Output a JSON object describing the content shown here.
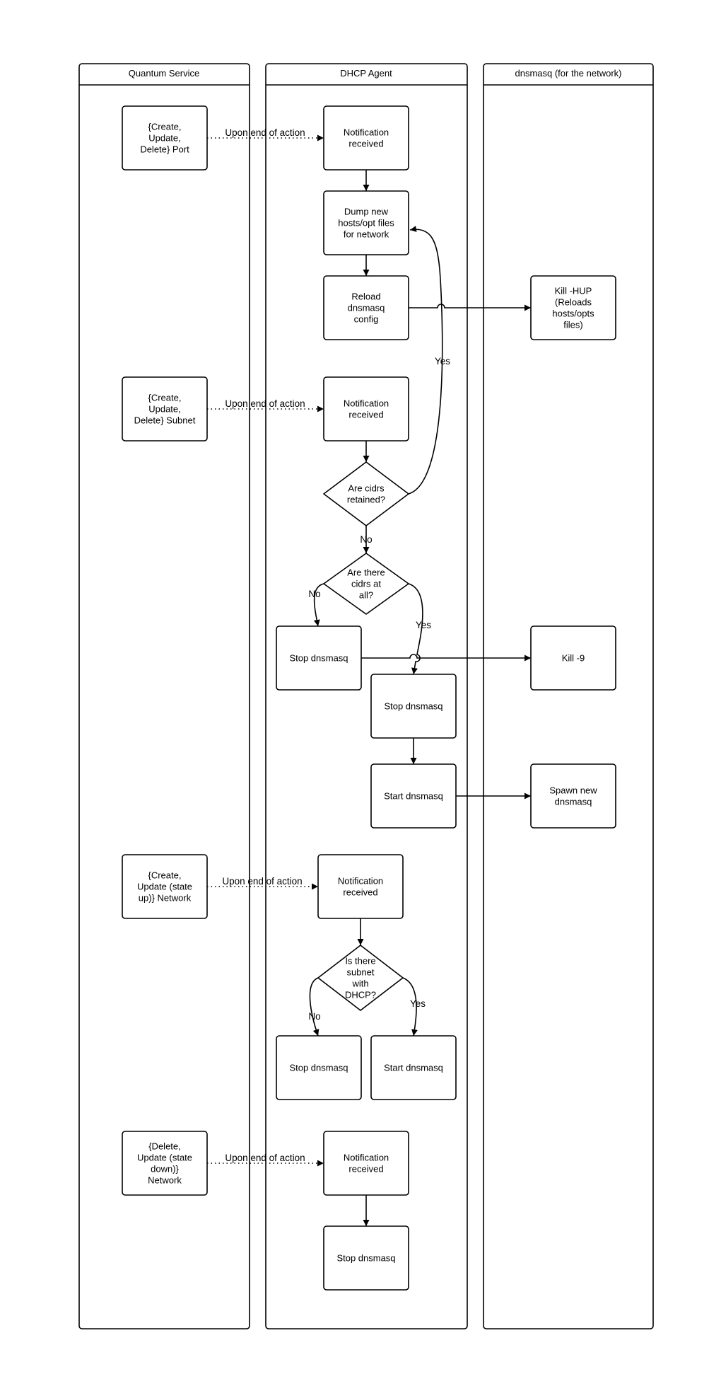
{
  "lanes": {
    "quantum_service": "Quantum Service",
    "dhcp_agent": "DHCP Agent",
    "dnsmasq_network": "dnsmasq (for the network)"
  },
  "nodes": {
    "port_action": [
      "{Create,",
      "Update,",
      "Delete} Port"
    ],
    "notif_port": [
      "Notification",
      "received"
    ],
    "dump_hosts": [
      "Dump new",
      "hosts/opt files",
      "for network"
    ],
    "reload_config": [
      "Reload",
      "dnsmasq",
      "config"
    ],
    "kill_hup": [
      "Kill -HUP",
      "(Reloads",
      "hosts/opts",
      "files)"
    ],
    "subnet_action": [
      "{Create,",
      "Update,",
      "Delete} Subnet"
    ],
    "notif_subnet": [
      "Notification",
      "received"
    ],
    "cidrs_retained": [
      "Are cidrs",
      "retained?"
    ],
    "cidrs_at_all": [
      "Are there",
      "cidrs at",
      "all?"
    ],
    "stop_dnsmasq_a": [
      "Stop dnsmasq"
    ],
    "kill_9": [
      "Kill -9"
    ],
    "stop_dnsmasq_b": [
      "Stop dnsmasq"
    ],
    "start_dnsmasq_a": [
      "Start dnsmasq"
    ],
    "spawn_new": [
      "Spawn new",
      "dnsmasq"
    ],
    "network_up_action": [
      "{Create,",
      "Update (state",
      "up)} Network"
    ],
    "notif_network_up": [
      "Notification",
      "received"
    ],
    "subnet_with_dhcp": [
      "Is there",
      "subnet",
      "with",
      "DHCP?"
    ],
    "stop_dnsmasq_c": [
      "Stop dnsmasq"
    ],
    "start_dnsmasq_b": [
      "Start dnsmasq"
    ],
    "network_down_action": [
      "{Delete,",
      "Update (state",
      "down)}",
      "Network"
    ],
    "notif_network_down": [
      "Notification",
      "received"
    ],
    "stop_dnsmasq_d": [
      "Stop dnsmasq"
    ]
  },
  "edge_labels": {
    "upon_end_port": "Upon end of action",
    "upon_end_subnet": "Upon end of action",
    "upon_end_network_up": "Upon end of action",
    "upon_end_network_down": "Upon end of action",
    "retained_yes": "Yes",
    "retained_no": "No",
    "at_all_no": "No",
    "at_all_yes": "Yes",
    "dhcp_no": "No",
    "dhcp_yes": "Yes"
  }
}
